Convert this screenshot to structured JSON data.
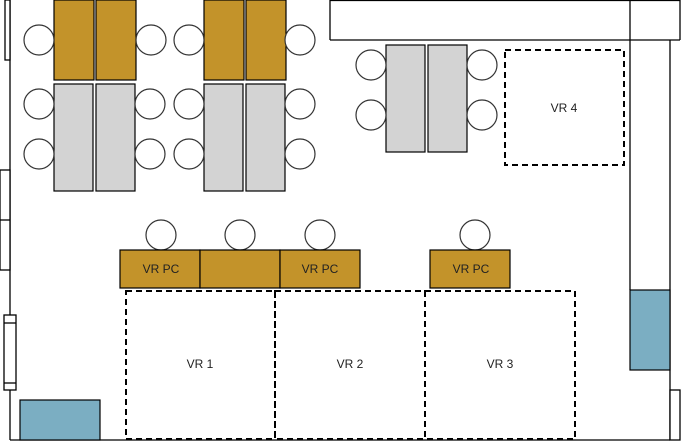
{
  "title": "VR room floor plan",
  "colors": {
    "gold_desk": "#C3932A",
    "gray_desk": "#D3D3D3",
    "blue_block": "#7BAEC2",
    "wall": "#000000"
  },
  "labels": {
    "pc_desk_1": "VR PC",
    "pc_desk_2": "",
    "pc_desk_3": "VR PC",
    "pc_desk_4": "VR PC",
    "zone_1": "VR 1",
    "zone_2": "VR 2",
    "zone_3": "VR 3",
    "zone_4": "VR 4"
  }
}
